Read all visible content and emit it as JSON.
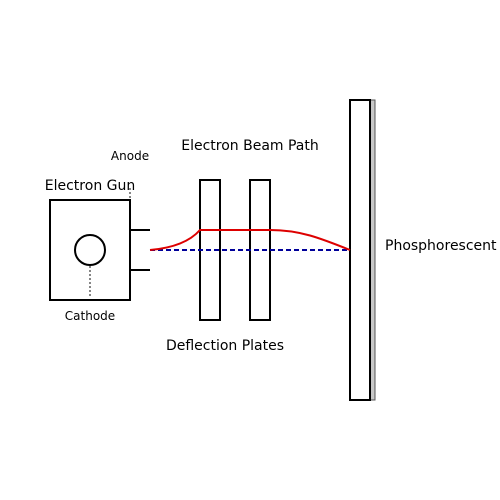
{
  "labels": {
    "anode": "Anode",
    "electron_gun": "Electron Gun",
    "cathode": "Cathode",
    "beam_path": "Electron Beam Path",
    "deflection_plates": "Deflection Plates",
    "screen": "Phosphorescent"
  },
  "colors": {
    "outline": "#000000",
    "deflected_beam": "#dd0000",
    "undeflected_beam": "#00009a",
    "screen_edge": "#c8c8c8"
  }
}
